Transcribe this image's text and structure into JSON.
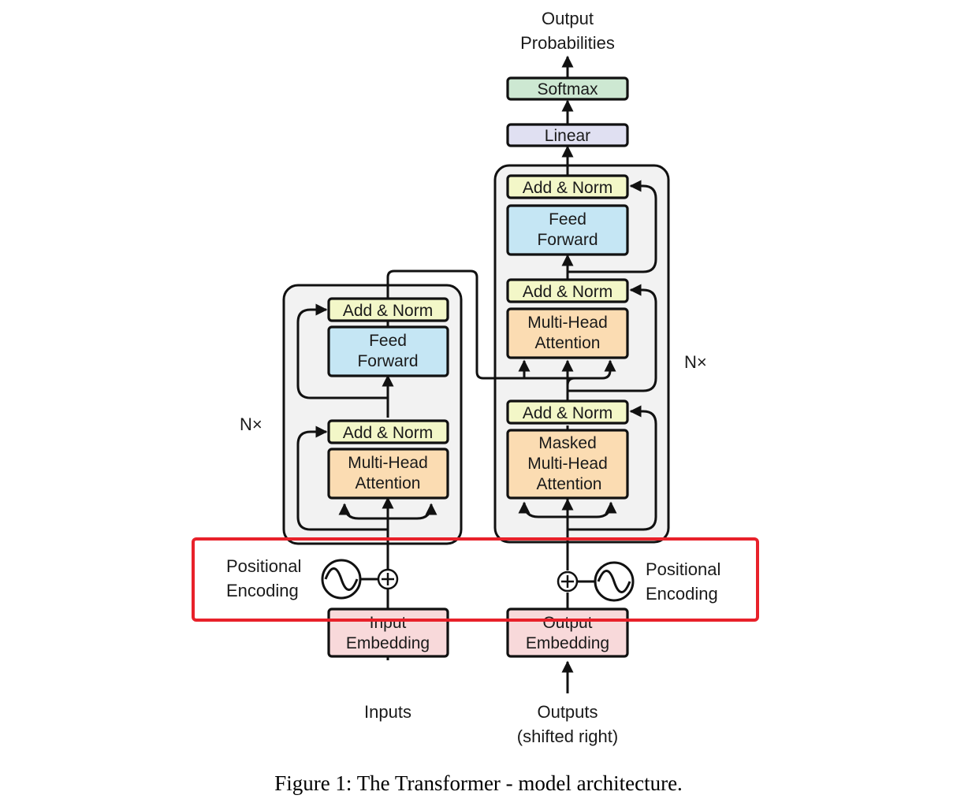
{
  "figure": {
    "caption": "Figure 1: The Transformer - model architecture.",
    "colors": {
      "add_norm": "#f3f7c8",
      "feed_forward": "#c5e6f4",
      "attention": "#fbdcb2",
      "embedding": "#f8d9da",
      "linear": "#e0e0f2",
      "softmax": "#cde8d2",
      "stack_background": "#f2f2f2",
      "highlight": "#e8212a"
    },
    "encoder": {
      "repeat": "N×",
      "add_norm_top": "Add & Norm",
      "feed_forward": [
        "Feed",
        "Forward"
      ],
      "add_norm_bottom": "Add & Norm",
      "attention": [
        "Multi-Head",
        "Attention"
      ],
      "positional_encoding": [
        "Positional",
        "Encoding"
      ],
      "embedding": [
        "Input",
        "Embedding"
      ],
      "input_label": "Inputs"
    },
    "decoder": {
      "repeat": "N×",
      "add_norm_top": "Add & Norm",
      "feed_forward": [
        "Feed",
        "Forward"
      ],
      "add_norm_middle": "Add & Norm",
      "cross_attention": [
        "Multi-Head",
        "Attention"
      ],
      "add_norm_bottom": "Add & Norm",
      "masked_attention": [
        "Masked",
        "Multi-Head",
        "Attention"
      ],
      "positional_encoding": [
        "Positional",
        "Encoding"
      ],
      "embedding": [
        "Output",
        "Embedding"
      ],
      "input_label": [
        "Outputs",
        "(shifted right)"
      ]
    },
    "head": {
      "linear": "Linear",
      "softmax": "Softmax",
      "output_label": [
        "Output",
        "Probabilities"
      ]
    }
  }
}
